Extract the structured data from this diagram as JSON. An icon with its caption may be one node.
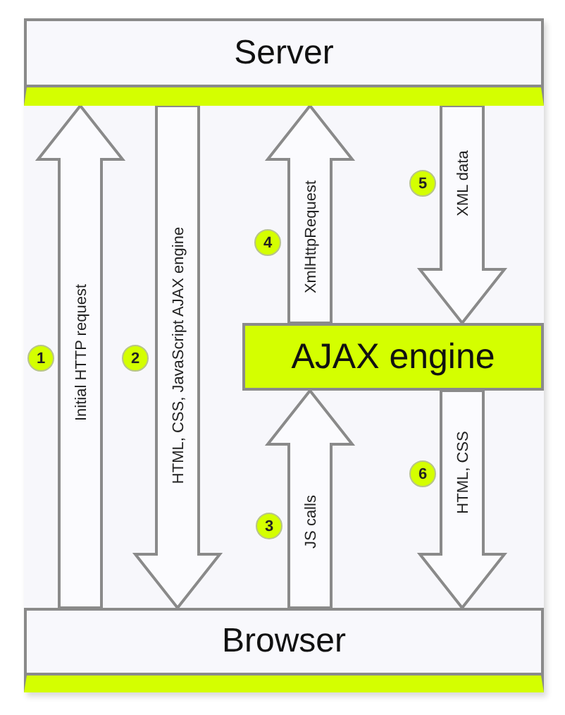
{
  "diagram": {
    "nodes": [
      {
        "text": [
          "Server"
        ]
      },
      {
        "text": [
          "AJAX engine"
        ]
      },
      {
        "text": [
          "Browser"
        ]
      }
    ],
    "edges": [
      {
        "from": 2,
        "to": 0,
        "arrow": "to",
        "label": "Initial HTTP request"
      },
      {
        "from": 0,
        "to": 2,
        "arrow": "to",
        "label": "HTML, CSS, JavaScript AJAX engine"
      },
      {
        "from": 2,
        "to": 1,
        "arrow": "to",
        "label": "JS calls"
      },
      {
        "from": 1,
        "to": 0,
        "arrow": "to",
        "label": "XmlHttpRequest"
      },
      {
        "from": 0,
        "to": 1,
        "arrow": "to",
        "label": "XML data"
      },
      {
        "from": 1,
        "to": 2,
        "arrow": "to",
        "label": "HTML, CSS"
      }
    ],
    "labels": [
      "1",
      "2",
      "3",
      "4",
      "5",
      "6"
    ]
  }
}
